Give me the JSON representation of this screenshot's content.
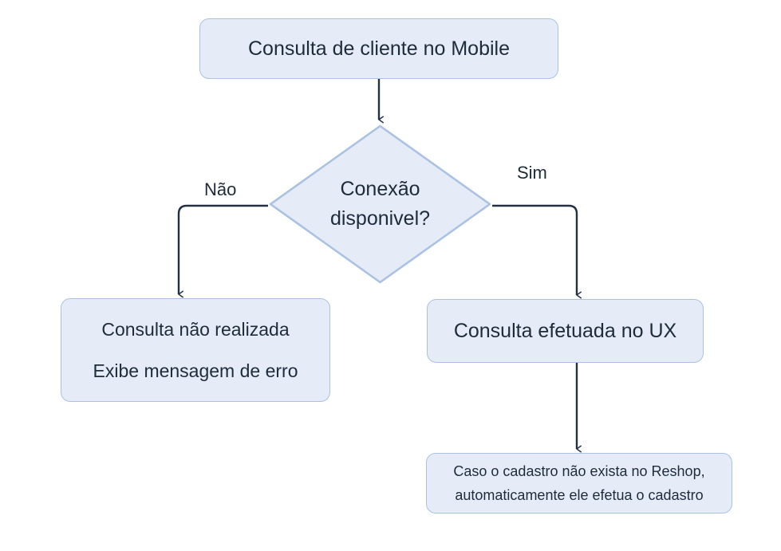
{
  "diagram": {
    "title": "Consulta de cliente no Mobile",
    "background": "#ffffff",
    "node_fill": "#e5ecf7",
    "node_border": "#a9c2e2",
    "text_color": "#1d2b3a",
    "edge_color": "#233044"
  },
  "nodes": {
    "start": {
      "label": "Consulta de cliente no Mobile",
      "shape": "rounded-rectangle"
    },
    "decision": {
      "line1": "Conexão",
      "line2": "disponivel?",
      "shape": "diamond"
    },
    "no_branch": {
      "line1": "Consulta não realizada",
      "line2": "Exibe mensagem de erro",
      "shape": "rounded-rectangle"
    },
    "yes_branch": {
      "label": "Consulta efetuada no UX",
      "shape": "rounded-rectangle"
    },
    "reshop": {
      "line1": "Caso o cadastro não exista no Reshop,",
      "line2": "automaticamente ele efetua o cadastro",
      "shape": "rounded-rectangle"
    }
  },
  "edges": {
    "no_label": "Não",
    "yes_label": "Sim"
  }
}
